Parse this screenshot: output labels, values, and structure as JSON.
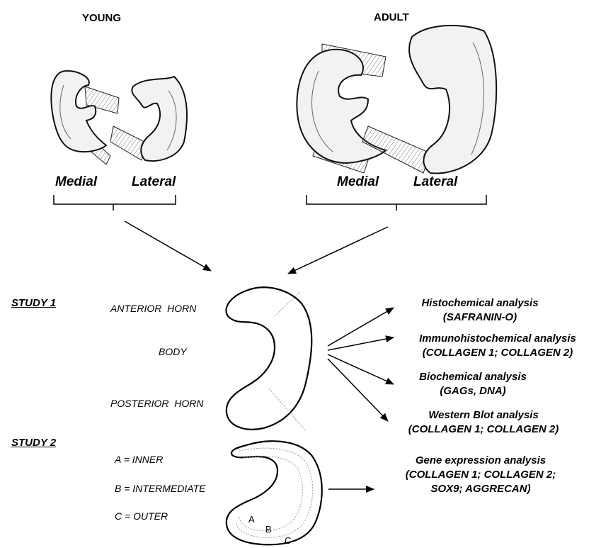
{
  "groups": {
    "young": "YOUNG",
    "adult": "ADULT",
    "young_medial": "Medial",
    "young_lateral": "Lateral",
    "adult_medial": "Medial",
    "adult_lateral": "Lateral"
  },
  "study1": {
    "title": "STUDY 1",
    "regions": [
      "ANTERIOR  HORN",
      "BODY",
      "POSTERIOR  HORN"
    ],
    "analyses": [
      {
        "name": "Histochemical analysis",
        "detail": "(SAFRANIN-O)"
      },
      {
        "name": "Immunohistochemical analysis",
        "detail": "(COLLAGEN 1; COLLAGEN 2)"
      },
      {
        "name": "Biochemical analysis",
        "detail": "(GAGs, DNA)"
      },
      {
        "name": "Western Blot analysis",
        "detail": "(COLLAGEN 1; COLLAGEN 2)"
      }
    ]
  },
  "study2": {
    "title": "STUDY 2",
    "zones": [
      "A = INNER",
      "B = INTERMEDIATE",
      "C = OUTER"
    ],
    "zone_letters": [
      "A",
      "B",
      "C"
    ],
    "analysis": {
      "name": "Gene expression analysis",
      "detail_lines": [
        "(COLLAGEN 1; COLLAGEN 2;",
        "SOX9; AGGRECAN)"
      ]
    }
  }
}
